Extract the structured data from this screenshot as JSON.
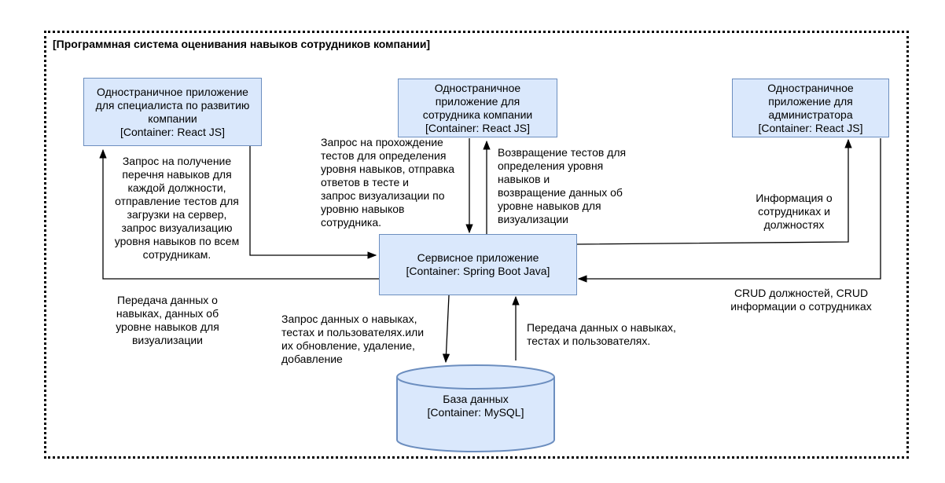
{
  "boundary": {
    "title": "[Программная система оценивания навыков сотрудников компании]"
  },
  "containers": {
    "specialist_app": {
      "lines": [
        "Одностраничное приложение",
        "для специалиста по развитию",
        "компании",
        "[Container: React JS]"
      ]
    },
    "employee_app": {
      "lines": [
        "Одностраничное",
        "приложение для",
        "сотрудника компании",
        "[Container: React JS]"
      ]
    },
    "admin_app": {
      "lines": [
        "Одностраничное",
        "приложение для",
        "администратора",
        "[Container: React JS]"
      ]
    },
    "service_app": {
      "lines": [
        "Сервисное приложение",
        "[Container: Spring Boot Java]"
      ]
    },
    "database": {
      "lines": [
        "База данных",
        "[Container: MySQL]"
      ]
    }
  },
  "relations": {
    "specialist_to_service": {
      "lines": [
        "Запрос на получение",
        "перечня навыков для",
        "каждой должности,",
        "отправление тестов для",
        "загрузки на сервер,",
        "запрос визуализацию",
        "уровня навыков по всем",
        "сотрудникам."
      ]
    },
    "service_to_specialist": {
      "lines": [
        "Передача данных о",
        "навыках, данных об",
        "уровне навыков для",
        "визуализации"
      ]
    },
    "employee_to_service": {
      "lines": [
        "Запрос на прохождение",
        "тестов для определения",
        "уровня навыков, отправка",
        "ответов в тесте и",
        "запрос визуализации по",
        "уровню навыков",
        "сотрудника."
      ]
    },
    "service_to_employee": {
      "lines": [
        "Возвращение тестов для",
        "определения уровня",
        "навыков и",
        "возвращение данных об",
        "уровне навыков для",
        "визуализации"
      ]
    },
    "service_to_admin": {
      "lines": [
        "Информация о",
        "сотрудниках и",
        "должностях"
      ]
    },
    "admin_to_service": {
      "lines": [
        "CRUD должностей, CRUD",
        "информации о сотрудниках"
      ]
    },
    "service_to_db": {
      "lines": [
        "Запрос данных о навыках,",
        "тестах и пользователях.или",
        "их обновление, удаление,",
        "добавление"
      ]
    },
    "db_to_service": {
      "lines": [
        "Передача данных о навыках,",
        "тестах и пользователях."
      ]
    }
  },
  "colors": {
    "box_fill": "#dae8fc",
    "box_stroke": "#6c8ebf",
    "line": "#000000"
  }
}
